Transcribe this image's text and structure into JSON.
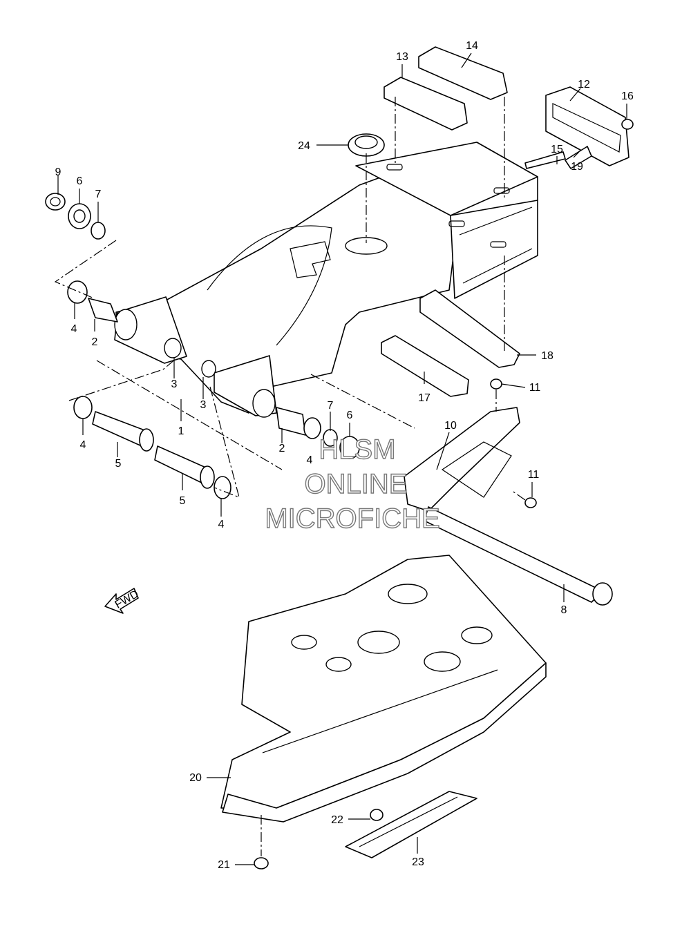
{
  "callouts": [
    {
      "id": "c1",
      "text": "1"
    },
    {
      "id": "c2a",
      "text": "2"
    },
    {
      "id": "c2b",
      "text": "2"
    },
    {
      "id": "c3a",
      "text": "3"
    },
    {
      "id": "c3b",
      "text": "3"
    },
    {
      "id": "c4a",
      "text": "4"
    },
    {
      "id": "c4b",
      "text": "4"
    },
    {
      "id": "c4c",
      "text": "4"
    },
    {
      "id": "c4d",
      "text": "4"
    },
    {
      "id": "c5a",
      "text": "5"
    },
    {
      "id": "c5b",
      "text": "5"
    },
    {
      "id": "c6a",
      "text": "6"
    },
    {
      "id": "c6b",
      "text": "6"
    },
    {
      "id": "c7a",
      "text": "7"
    },
    {
      "id": "c7b",
      "text": "7"
    },
    {
      "id": "c8",
      "text": "8"
    },
    {
      "id": "c9",
      "text": "9"
    },
    {
      "id": "c10",
      "text": "10"
    },
    {
      "id": "c11a",
      "text": "11"
    },
    {
      "id": "c11b",
      "text": "11"
    },
    {
      "id": "c12",
      "text": "12"
    },
    {
      "id": "c13",
      "text": "13"
    },
    {
      "id": "c14",
      "text": "14"
    },
    {
      "id": "c15",
      "text": "15"
    },
    {
      "id": "c16",
      "text": "16"
    },
    {
      "id": "c17",
      "text": "17"
    },
    {
      "id": "c18",
      "text": "18"
    },
    {
      "id": "c19",
      "text": "19"
    },
    {
      "id": "c20",
      "text": "20"
    },
    {
      "id": "c21",
      "text": "21"
    },
    {
      "id": "c22",
      "text": "22"
    },
    {
      "id": "c23",
      "text": "23"
    },
    {
      "id": "c24",
      "text": "24"
    }
  ],
  "fwd_label": "FWD",
  "watermark": {
    "line1": "HLSM",
    "line2": "ONLINE",
    "line3": "MICROFICHE"
  }
}
